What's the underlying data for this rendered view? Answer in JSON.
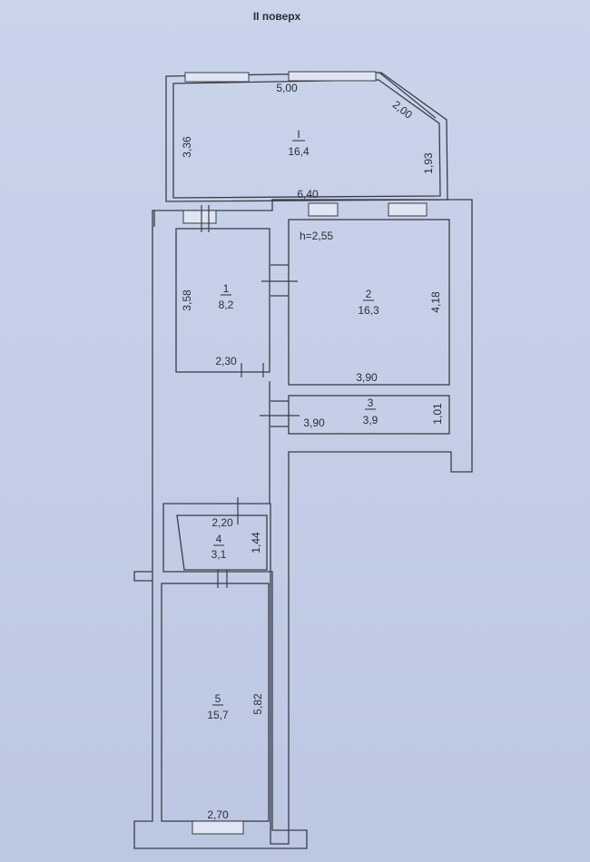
{
  "plan": {
    "title": "II поверх",
    "height_note": "h=2,55",
    "balcony": {
      "id": "I",
      "area": "16,4",
      "dims": [
        "5,00",
        "2,00",
        "3,36",
        "1,93",
        "6,40"
      ]
    },
    "rooms": [
      {
        "id": "1",
        "area": "8,2",
        "dims": [
          "3,58",
          "2,30"
        ]
      },
      {
        "id": "2",
        "area": "16,3",
        "dims": [
          "4,18",
          "3,90"
        ]
      },
      {
        "id": "3",
        "area": "3,9",
        "dims": [
          "3,90",
          "1,01"
        ]
      },
      {
        "id": "4",
        "area": "3,1",
        "dims": [
          "2,20",
          "1,44"
        ]
      },
      {
        "id": "5",
        "area": "15,7",
        "dims": [
          "5,82",
          "2,70"
        ]
      }
    ]
  }
}
